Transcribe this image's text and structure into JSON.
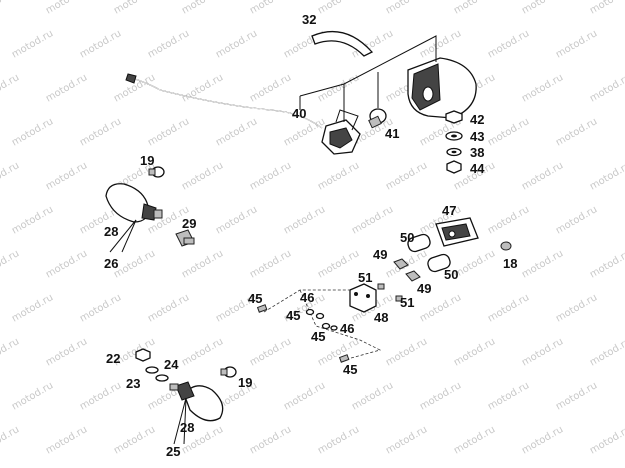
{
  "watermark": {
    "text": "motod.ru"
  },
  "callouts": {
    "c32": "32",
    "c40": "40",
    "c41": "41",
    "c42": "42",
    "c43": "43",
    "c38": "38",
    "c44": "44",
    "c19a": "19",
    "c28a": "28",
    "c26": "26",
    "c29": "29",
    "c47": "47",
    "c18": "18",
    "c49a": "49",
    "c50a": "50",
    "c51a": "51",
    "c50b": "50",
    "c49b": "49",
    "c51b": "51",
    "c45a": "45",
    "c46a": "46",
    "c45b": "45",
    "c46b": "46",
    "c45c": "45",
    "c48": "48",
    "c45d": "45",
    "c22": "22",
    "c24": "24",
    "c23": "23",
    "c19b": "19",
    "c28b": "28",
    "c25": "25"
  }
}
